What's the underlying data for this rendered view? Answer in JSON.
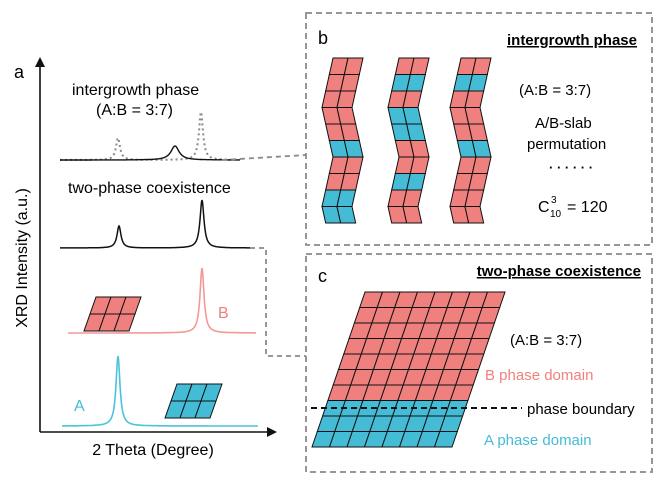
{
  "panel_a": {
    "label": "a",
    "y_axis_label": "XRD Intensity (a.u.)",
    "x_axis_label": "2 Theta (Degree)",
    "intergrowth_title": "intergrowth phase",
    "intergrowth_ratio": "(A:B = 3:7)",
    "two_phase_title": "two-phase coexistence",
    "b_label": "B",
    "a_label": "A"
  },
  "panel_b": {
    "label": "b",
    "title": "intergrowth phase",
    "ratio": "(A:B = 3:7)",
    "desc_line1": "A/B-slab",
    "desc_line2": "permutation",
    "ellipsis": "· · · · · ·",
    "combination": "C",
    "combination_sup": "3",
    "combination_sub": "10",
    "combination_value": "= 120"
  },
  "panel_c": {
    "label": "c",
    "title": "two-phase coexistence",
    "ratio": "(A:B = 3:7)",
    "b_domain": "B phase domain",
    "boundary": "phase boundary",
    "a_domain": "A phase domain"
  },
  "colors": {
    "phase_a": "#45bcd6",
    "phase_b": "#f0807e",
    "b_curve": "#f09a96",
    "a_curve": "#4cc3d9",
    "dashed": "#8a8a8a",
    "ink": "#111111"
  }
}
